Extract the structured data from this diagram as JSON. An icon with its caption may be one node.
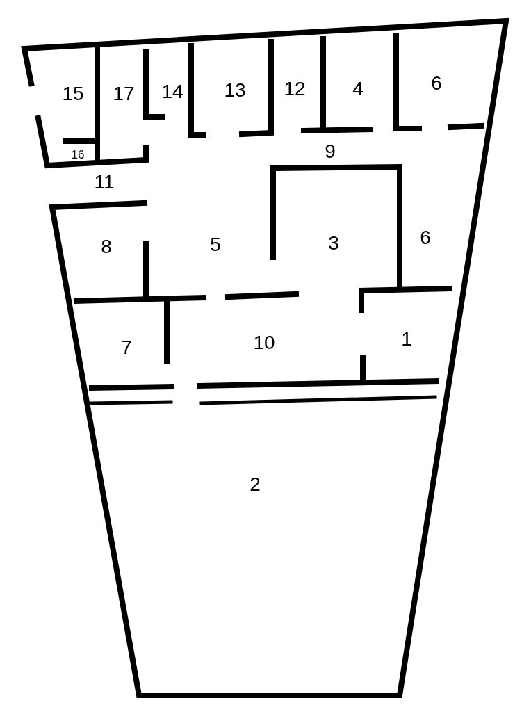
{
  "diagram": {
    "labels": [
      "15",
      "17",
      "14",
      "13",
      "12",
      "4",
      "6",
      "16",
      "9",
      "11",
      "8",
      "5",
      "3",
      "6",
      "7",
      "10",
      "1",
      "2"
    ]
  }
}
